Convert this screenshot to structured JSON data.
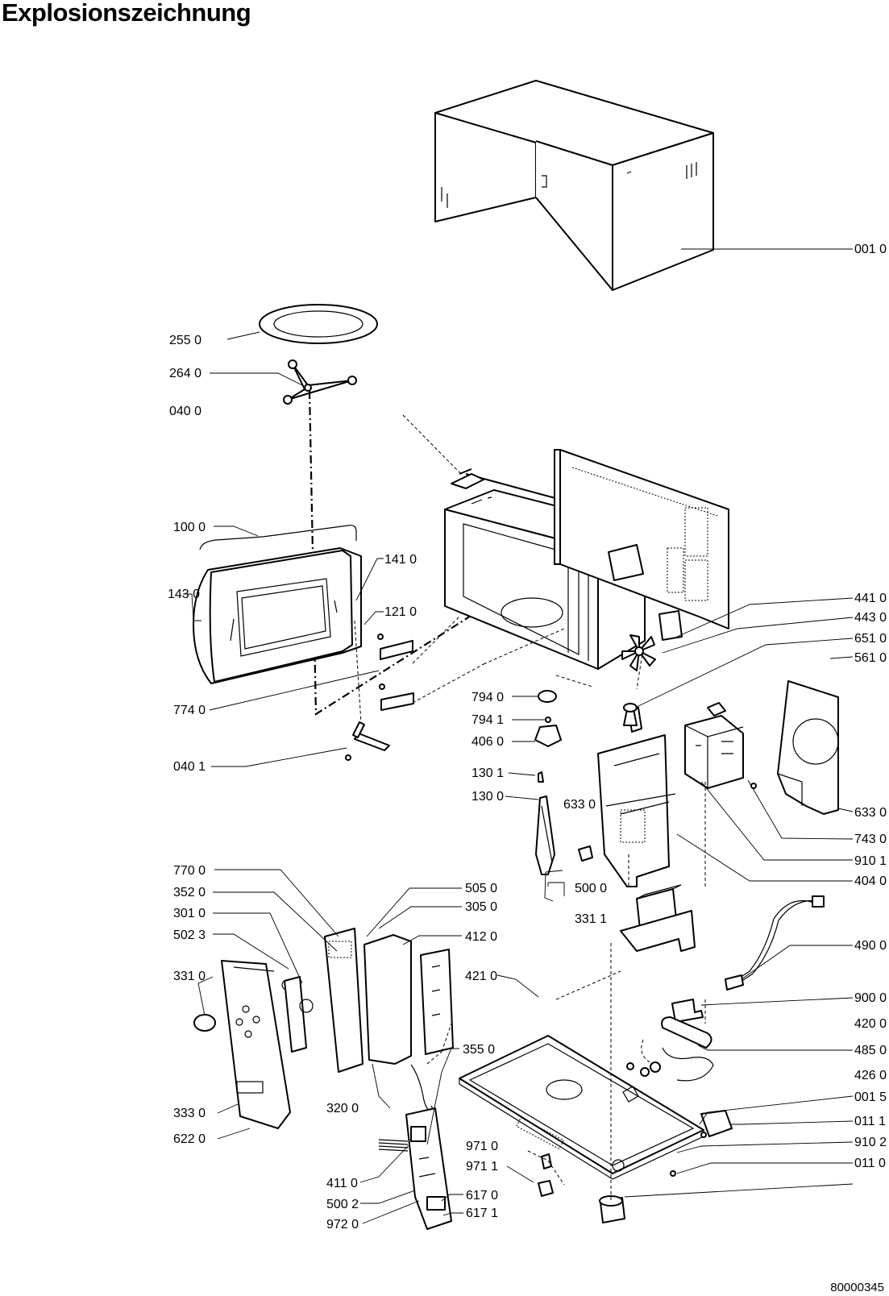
{
  "title": "Explosionszeichnung",
  "document_number": "80000345",
  "part_labels": [
    "001 0",
    "255 0",
    "264 0",
    "040 0",
    "100 0",
    "141 0",
    "143 0",
    "121 0",
    "774 0",
    "441 0",
    "443 0",
    "651 0",
    "561 0",
    "794 0",
    "794 1",
    "406 0",
    "040 1",
    "130 1",
    "130 0",
    "633 0",
    "633 0",
    "743 0",
    "910 1",
    "404 0",
    "770 0",
    "500 0",
    "505 0",
    "352 0",
    "305 0",
    "301 0",
    "331 1",
    "502 3",
    "412 0",
    "490 0",
    "331 0",
    "421 0",
    "900 0",
    "420 0",
    "355 0",
    "485 0",
    "426 0",
    "001 5",
    "333 0",
    "320 0",
    "622 0",
    "011 1",
    "971 0",
    "910 2",
    "971 1",
    "011 0",
    "411 0",
    "617 0",
    "500 2",
    "617 1",
    "972 0"
  ]
}
